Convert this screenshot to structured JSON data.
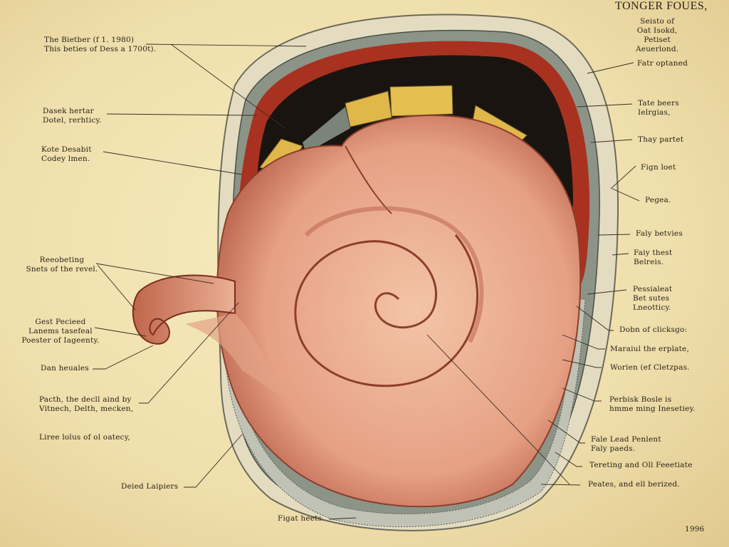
{
  "title": "TONGER FOUES,",
  "subtitle": [
    "Seisto of",
    "Oat Isokd,",
    "Petiset",
    "Aeuerlond."
  ],
  "year": "1996",
  "left_labels": [
    [
      "The Bietber (f 1. 1980)",
      "This beties of Dess a 1700t)."
    ],
    [
      "Dasek hertar",
      "Dotel, rerhticy."
    ],
    [
      "Kote Desabit",
      "Codey lmen."
    ],
    [
      "Reeobeting",
      "Snets of the revel."
    ],
    [
      "Gest Pecieed",
      "Lanems tasefeal",
      "Poester of Iageenty."
    ],
    [
      "Dan heuales"
    ],
    [
      "Pacth, the decll aind by",
      "Vitnech, Delth, mecken,"
    ],
    [
      "Liree lolus of ol oatecy,"
    ],
    [
      "Deied Laipiers"
    ],
    [
      "Figat heets."
    ]
  ],
  "right_labels": [
    [
      "Fatr optaned"
    ],
    [
      "Tate beers",
      "Ielrgias,"
    ],
    [
      "Thay partet"
    ],
    [
      "Fign loet"
    ],
    [
      "Pegea."
    ],
    [
      "Faly betvies"
    ],
    [
      "Faiy thest",
      "Belreis."
    ],
    [
      "Pessialeat",
      "Bet sutes",
      "Lneotticy."
    ],
    [
      "Dobn of clicksgo:"
    ],
    [
      "Maraiul the erplate,"
    ],
    [
      "Worien (ef Cletzpas."
    ],
    [
      "Perbisk Bosle is",
      "hmme ming Inesetiey."
    ],
    [
      "Fale Lead Penlent",
      "Faly paeds."
    ],
    [
      "Tereting and Oll Feeetiate"
    ],
    [
      "Peates, and ell berized."
    ]
  ],
  "colors": {
    "paper": "#f1e3b0",
    "tongue": "#e8a487",
    "mucosa": "#a8321f",
    "teeth": "#e0b84a",
    "ink": "#2a2118"
  }
}
